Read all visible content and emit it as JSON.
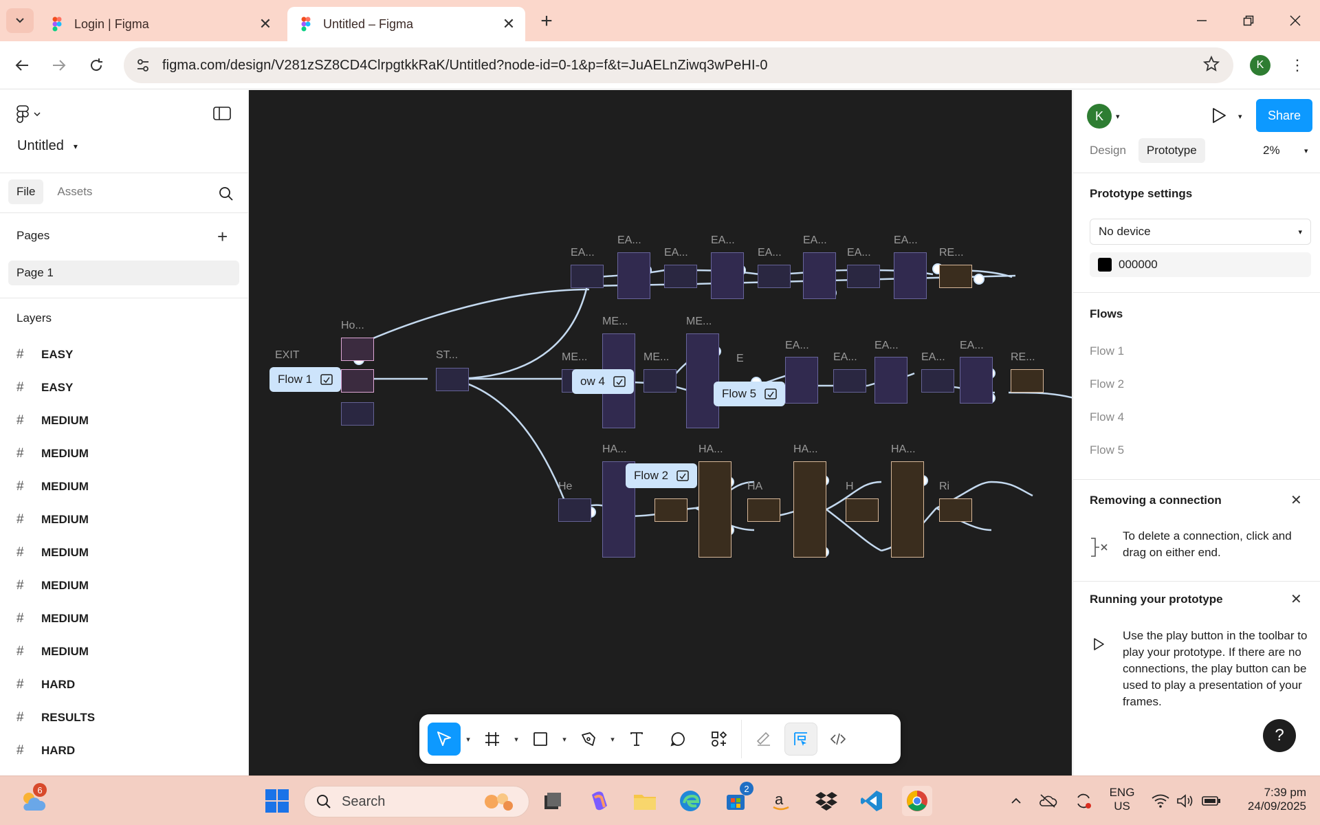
{
  "browser": {
    "tabs": [
      {
        "title": "Login | Figma"
      },
      {
        "title": "Untitled – Figma"
      }
    ],
    "url": "figma.com/design/V281zSZ8CD4ClrpgtkkRaK/Untitled?node-id=0-1&p=f&t=JuAELnZiwq3wPeHI-0",
    "profile_initial": "K"
  },
  "left_panel": {
    "file_name": "Untitled",
    "tabs": [
      "File",
      "Assets"
    ],
    "pages_heading": "Pages",
    "pages": [
      "Page 1"
    ],
    "layers_heading": "Layers",
    "layers": [
      "EASY",
      "EASY",
      "MEDIUM",
      "MEDIUM",
      "MEDIUM",
      "MEDIUM",
      "MEDIUM",
      "MEDIUM",
      "MEDIUM",
      "MEDIUM",
      "HARD",
      "RESULTS",
      "HARD"
    ]
  },
  "canvas": {
    "labels": {
      "exit": "EXIT",
      "home": "Ho...",
      "start": "ST...",
      "easy": "EA...",
      "medium": "ME...",
      "hard": "HA...",
      "results": "RE...",
      "he": "He",
      "re_short": "Ri",
      "ea_short": "E",
      "ha_short": "HA",
      "h_short": "H"
    },
    "flow_chips": [
      "Flow 1",
      "ow 4",
      "Flow 5",
      "Flow 2"
    ]
  },
  "right_panel": {
    "avatar_initial": "K",
    "share_label": "Share",
    "tabs": [
      "Design",
      "Prototype"
    ],
    "zoom": "2%",
    "prototype_settings_heading": "Prototype settings",
    "device": "No device",
    "background_hex": "000000",
    "flows_heading": "Flows",
    "flows": [
      "Flow 1",
      "Flow 2",
      "Flow 4",
      "Flow 5"
    ],
    "removing_heading": "Removing a connection",
    "removing_text": "To delete a connection, click and drag on either end.",
    "running_heading": "Running your prototype",
    "running_text": "Use the play button in the toolbar to play your prototype. If there are no connections, the play button can be used to play a presentation of your frames.",
    "help_label": "?"
  },
  "taskbar": {
    "weather_badge": "6",
    "search_placeholder": "Search",
    "store_badge": "2",
    "language": "ENG",
    "region": "US",
    "time": "7:39 pm",
    "date": "24/09/2025"
  },
  "colors": {
    "accent": "#0d99ff",
    "canvas_bg": "#1e1e1e",
    "connector": "#cde4fb",
    "tabstrip": "#fbd7cb",
    "taskbar": "#f3cfc3"
  }
}
